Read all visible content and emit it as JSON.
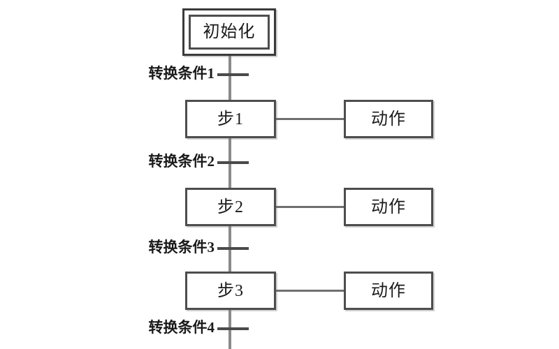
{
  "diagram": {
    "type": "sequential-function-chart",
    "title": "",
    "background_color": "#ffffff",
    "line_color": "#8a8a8a",
    "border_color": "#4d4d4d",
    "text_color": "#1a1a1a"
  },
  "initial_step": {
    "label": "初始化",
    "style": "double-border"
  },
  "steps": [
    {
      "label": "步1",
      "action": "动作"
    },
    {
      "label": "步2",
      "action": "动作"
    },
    {
      "label": "步3",
      "action": "动作"
    }
  ],
  "transitions": [
    {
      "label": "转换条件1"
    },
    {
      "label": "转换条件2"
    },
    {
      "label": "转换条件3"
    },
    {
      "label": "转换条件4"
    }
  ]
}
